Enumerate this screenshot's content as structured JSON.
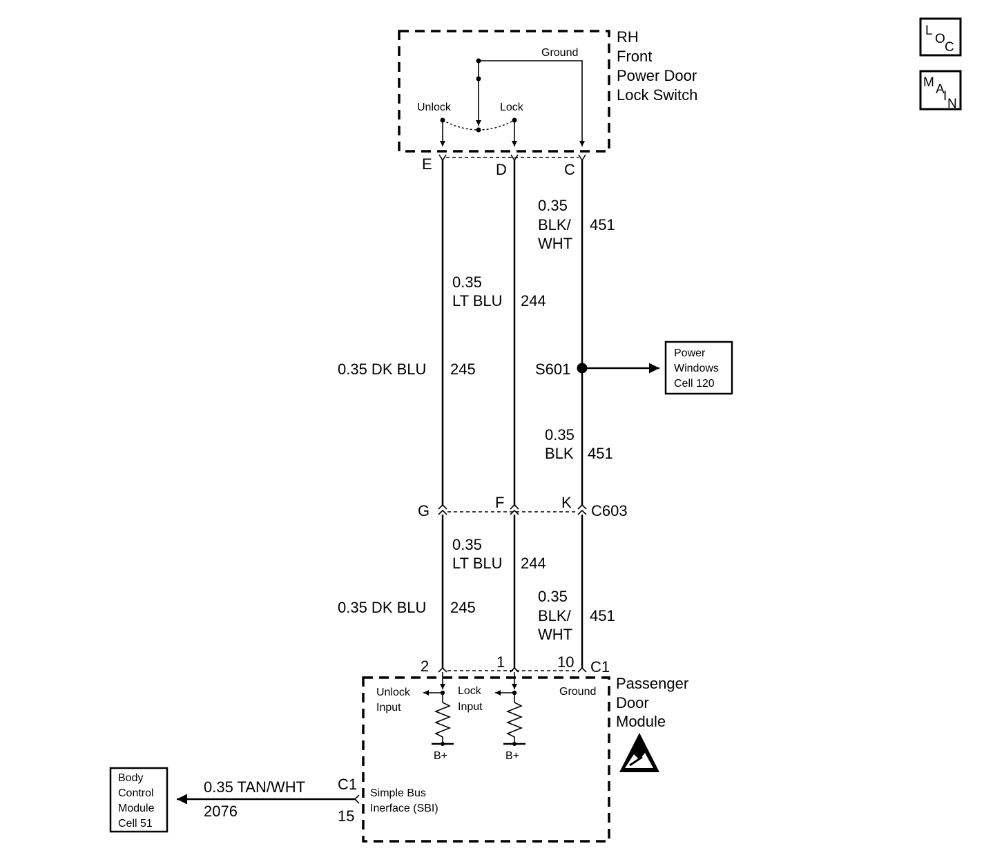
{
  "nav": {
    "loc": {
      "l1": "L",
      "l2": "O",
      "l3": "C"
    },
    "main": {
      "l1": "M",
      "l2": "A",
      "l3": "I",
      "l4": "N"
    }
  },
  "switch": {
    "title_lines": [
      "RH",
      "Front",
      "Power Door",
      "Lock Switch"
    ],
    "ground_label": "Ground",
    "unlock_label": "Unlock",
    "lock_label": "Lock",
    "pins": {
      "e": "E",
      "d": "D",
      "c": "C"
    }
  },
  "wires": {
    "w451_upper": {
      "gauge": "0.35",
      "color_l1": "BLK/",
      "color_l2": "WHT",
      "circuit": "451"
    },
    "w244_upper": {
      "gauge": "0.35",
      "color": "LT BLU",
      "circuit": "244"
    },
    "w245_upper": {
      "text": "0.35 DK BLU",
      "circuit": "245"
    },
    "w451_mid": {
      "gauge": "0.35",
      "color": "BLK",
      "circuit": "451"
    },
    "w244_lower": {
      "gauge": "0.35",
      "color": "LT BLU",
      "circuit": "244"
    },
    "w245_lower": {
      "text": "0.35 DK BLU",
      "circuit": "245"
    },
    "w451_lower": {
      "gauge": "0.35",
      "color_l1": "BLK/",
      "color_l2": "WHT",
      "circuit": "451"
    },
    "w2076": {
      "text": "0.35 TAN/WHT",
      "circuit": "2076"
    }
  },
  "splice": {
    "name": "S601"
  },
  "power_windows": {
    "lines": [
      "Power",
      "Windows",
      "Cell 120"
    ]
  },
  "c603": {
    "name": "C603",
    "pins": {
      "g": "G",
      "f": "F",
      "k": "K"
    }
  },
  "module": {
    "title_lines": [
      "Passenger",
      "Door",
      "Module"
    ],
    "connector": "C1",
    "pins": {
      "p2": "2",
      "p1": "1",
      "p10": "10"
    },
    "unlock_input": [
      "Unlock",
      "Input"
    ],
    "lock_input": [
      "Lock",
      "Input"
    ],
    "ground_label": "Ground",
    "bplus": "B+",
    "sbi_lines": [
      "Simple Bus",
      "Inerface (SBI)"
    ],
    "sbi_connector": "C1",
    "sbi_pin": "15"
  },
  "bcm": {
    "lines": [
      "Body",
      "Control",
      "Module",
      "Cell 51"
    ]
  }
}
